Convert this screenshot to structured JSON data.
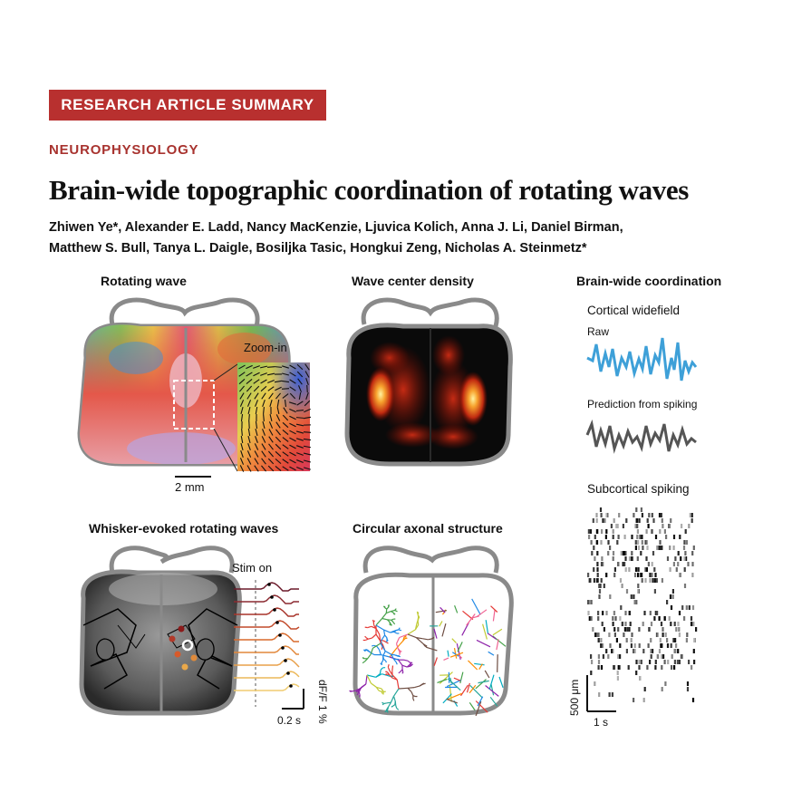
{
  "header": {
    "badge": "RESEARCH ARTICLE SUMMARY",
    "section": "NEUROPHYSIOLOGY",
    "title": "Brain-wide topographic coordination of rotating waves",
    "authors_line1": "Zhiwen Ye*, Alexander E. Ladd, Nancy MacKenzie, Ljuvica Kolich, Anna J. Li, Daniel Birman,",
    "authors_line2": "Matthew S. Bull, Tanya L. Daigle, Bosiljka Tasic, Hongkui Zeng, Nicholas A. Steinmetz*"
  },
  "panels": {
    "rotating_wave": {
      "title": "Rotating wave",
      "zoom_label": "Zoom-in",
      "scale_label": "2 mm"
    },
    "wave_center_density": {
      "title": "Wave center density"
    },
    "brain_wide": {
      "title": "Brain-wide coordination",
      "cortical_widefield": "Cortical widefield",
      "raw": "Raw",
      "prediction": "Prediction from spiking",
      "subcortical": "Subcortical spiking",
      "y_scale": "500 μm",
      "x_scale": "1 s"
    },
    "whisker": {
      "title": "Whisker-evoked rotating waves",
      "stim_label": "Stim on",
      "y_scale": "dF/F 1 %",
      "x_scale": "0.2 s"
    },
    "axonal": {
      "title": "Circular axonal structure"
    }
  },
  "colors": {
    "badge": "#b8302f",
    "section": "#a8332f",
    "raw_trace": "#3ea0d8",
    "prediction_trace": "#555555"
  }
}
